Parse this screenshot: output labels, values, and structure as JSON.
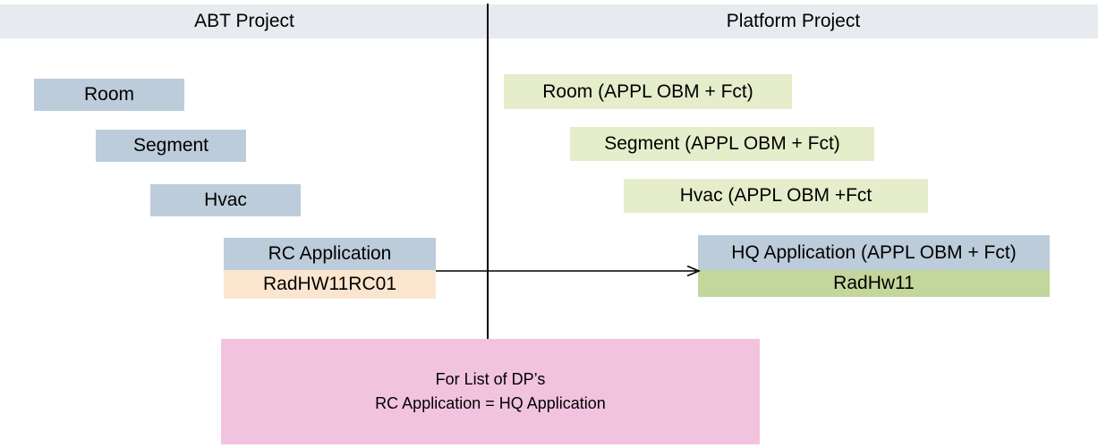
{
  "header": {
    "abt": "ABT Project",
    "platform": "Platform Project"
  },
  "abt_project": {
    "room": "Room",
    "segment": "Segment",
    "hvac": "Hvac",
    "rc_application": "RC Application",
    "rc_instance": "RadHW11RC01"
  },
  "platform_project": {
    "room": "Room (APPL OBM + Fct)",
    "segment": "Segment (APPL OBM + Fct)",
    "hvac": "Hvac (APPL OBM +Fct",
    "hq_application": "HQ Application (APPL OBM + Fct)",
    "hq_instance": "RadHw11"
  },
  "note": {
    "line1": "For List of DP’s",
    "line2": "RC Application = HQ Application"
  },
  "colors": {
    "header_band_bg": "#e7ebf0",
    "level_box_bg": "#bdccda",
    "platform_level_box_bg": "#e5edcb",
    "rc_instance_box_bg": "#fbe5cf",
    "hq_instance_box_bg": "#c3d69b",
    "note_box_bg": "#f1c3df",
    "line_color": "#000000"
  }
}
